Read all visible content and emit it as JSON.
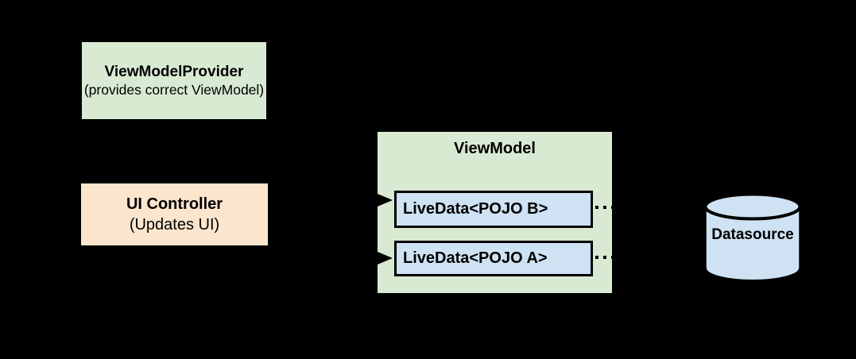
{
  "diagram": {
    "background": "#000000",
    "view_model_provider": {
      "title": "ViewModelProvider",
      "subtitle": "(provides correct ViewModel)",
      "fill": "#d9ead3"
    },
    "ui_controller": {
      "title": "UI Controller",
      "subtitle": "(Updates UI)",
      "fill": "#fce5cd"
    },
    "view_model": {
      "title": "ViewModel",
      "fill": "#d9ead3",
      "item_fill": "#cfe2f3",
      "item_border": "#000000",
      "livedata_items": [
        {
          "label": "LiveData<POJO B>"
        },
        {
          "label": "LiveData<POJO A>"
        }
      ]
    },
    "datasource": {
      "label": "Datasource",
      "fill": "#cfe2f3",
      "stroke": "#000000"
    },
    "connectors": {
      "color": "#000000",
      "solid_arrowheads_into_livedata": 2,
      "dotted_stubs_toward_datasource": 2
    }
  }
}
